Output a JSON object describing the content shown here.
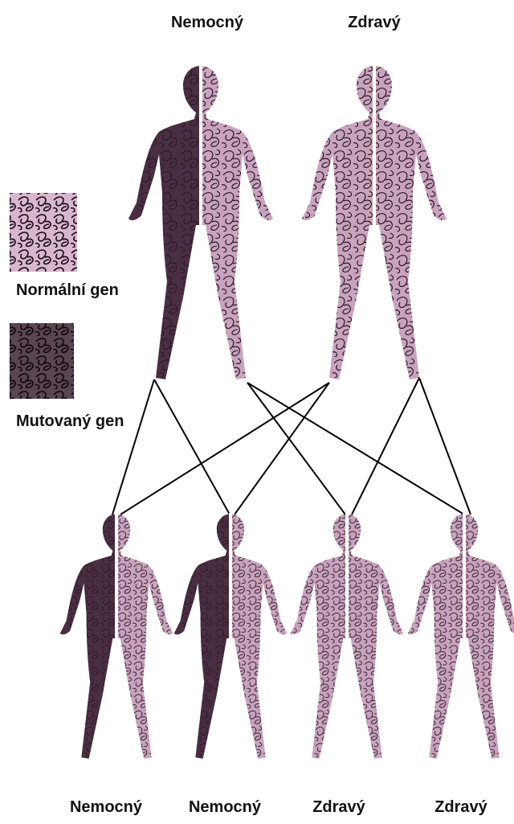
{
  "parents": [
    {
      "label": "Nemocný",
      "status": "affected",
      "left_half": "mutated",
      "right_half": "normal"
    },
    {
      "label": "Zdravý",
      "status": "healthy",
      "left_half": "normal",
      "right_half": "normal"
    }
  ],
  "children": [
    {
      "label": "Nemocný",
      "status": "affected",
      "left_half": "mutated",
      "right_half": "normal"
    },
    {
      "label": "Nemocný",
      "status": "affected",
      "left_half": "mutated",
      "right_half": "normal"
    },
    {
      "label": "Zdravý",
      "status": "healthy",
      "left_half": "normal",
      "right_half": "normal"
    },
    {
      "label": "Zdravý",
      "status": "healthy",
      "left_half": "normal",
      "right_half": "normal"
    }
  ],
  "legend": {
    "normal_label": "Normální gen",
    "mutated_label": "Mutovaný gen"
  },
  "colors": {
    "normal_fill": "#c9a3bd",
    "mutated_fill": "#4a2f42",
    "texture_line": "#1a0d16",
    "divider": "#ffffff",
    "connector": "#000000"
  }
}
